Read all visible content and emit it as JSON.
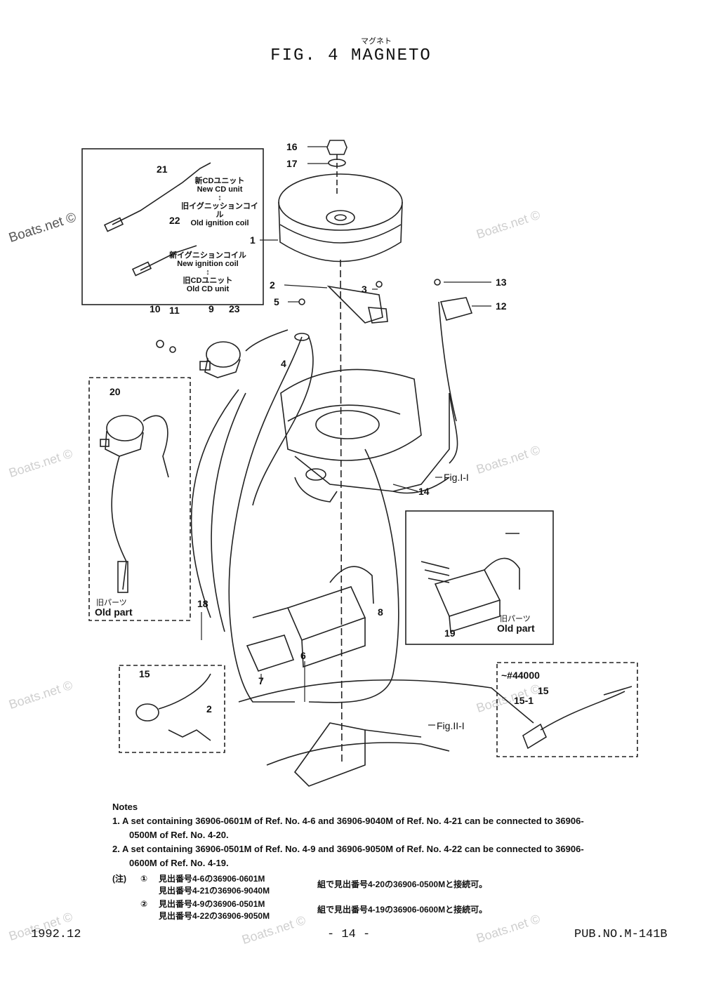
{
  "header": {
    "title": "FIG.  4   MAGNETO",
    "ruby": "マグネト"
  },
  "callouts": [
    "1",
    "2",
    "3",
    "4",
    "5",
    "9",
    "10",
    "11",
    "12",
    "13",
    "14",
    "16",
    "17",
    "23",
    "Fig.I-I",
    "Fig.II-I"
  ],
  "inset_cd": {
    "num_a": "21",
    "label_a_jp1": "新CDユニット",
    "label_a_en1": "New CD unit",
    "label_a_jp2": "旧イグニッションコイル",
    "label_a_en2": "Old ignition coil",
    "num_b": "22",
    "label_b_jp1": "新イグニションコイル",
    "label_b_en1": "New ignition coil",
    "label_b_jp2": "旧CDユニット",
    "label_b_en2": "Old CD unit"
  },
  "inset_old20": {
    "num": "20",
    "label_jp": "旧パーツ",
    "label_en": "Old part"
  },
  "inset_old19": {
    "num": "19",
    "label_jp": "旧パーツ",
    "label_en": "Old part"
  },
  "inset_15": {
    "num_a": "15",
    "num_b": "2"
  },
  "inset_44000": {
    "serial": "~#44000",
    "num_a": "15-1",
    "num_b": "15"
  },
  "lower_callouts": {
    "c6": "6",
    "c7": "7",
    "c8": "8",
    "c18": "18"
  },
  "notes": {
    "heading": "Notes",
    "items": [
      "1.  A set containing 36906-0601M of Ref. No. 4-6 and 36906-9040M of Ref. No. 4-21 can be connected to 36906-0500M of Ref. No. 4-20.",
      "2.  A set containing 36906-0501M of Ref. No. 4-9 and 36906-9050M of Ref. No. 4-22 can be connected to 36906-0600M of Ref. No. 4-19."
    ],
    "jp_head": "(注)",
    "jp_items": [
      {
        "mark": "①",
        "line1": "見出番号4-6の36906-0601M",
        "line2": "見出番号4-21の36906-9040M",
        "tail": "組で見出番号4-20の36906-0500Mと接続可。"
      },
      {
        "mark": "②",
        "line1": "見出番号4-9の36906-0501M",
        "line2": "見出番号4-22の36906-9050M",
        "tail": "組で見出番号4-19の36906-0600Mと接続可。"
      }
    ]
  },
  "footer": {
    "date": "1992.12",
    "page": "- 14 -",
    "pub": "PUB.NO.M-141B"
  },
  "watermark": "Boats.net ©"
}
